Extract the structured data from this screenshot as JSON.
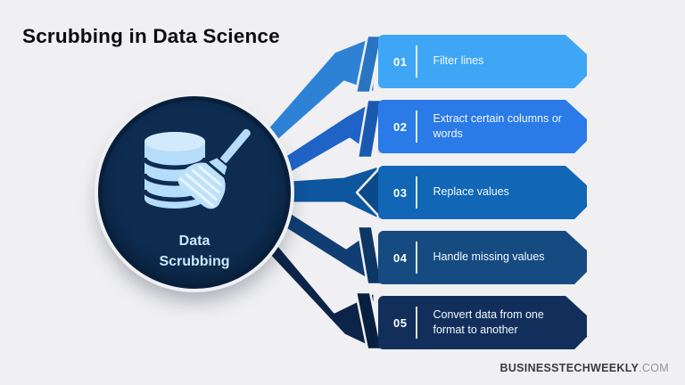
{
  "title": "Scrubbing in Data Science",
  "canvas": {
    "background": "#F0F0F2"
  },
  "hub": {
    "icon": "database-broom-icon",
    "label_line1": "Data",
    "label_line2": "Scrubbing",
    "circle_color": "#0D2C50",
    "rim_color": "#081F3C",
    "icon_color": "#B5DCF8",
    "label_color": "#CDE7FA"
  },
  "items": [
    {
      "number": "01",
      "label": "Filter lines",
      "banner_color": "#3FA6F5",
      "ribbon_color": "#2E82D6",
      "fold_color": "#2A74C4"
    },
    {
      "number": "02",
      "label": "Extract certain columns or words",
      "banner_color": "#2A7AE8",
      "ribbon_color": "#2063C6",
      "fold_color": "#1A59B0"
    },
    {
      "number": "03",
      "label": "Replace values",
      "banner_color": "#1166B6",
      "ribbon_color": "#0E569E",
      "fold_color": "#0A4A8A"
    },
    {
      "number": "04",
      "label": "Handle missing values",
      "banner_color": "#154B81",
      "ribbon_color": "#103E72",
      "fold_color": "#0C3664"
    },
    {
      "number": "05",
      "label": "Convert data from one format to another",
      "banner_color": "#122F5C",
      "ribbon_color": "#0C2448",
      "fold_color": "#08203F"
    }
  ],
  "footer": {
    "brand": "BUSINESSTECHWEEKLY",
    "domain": ".COM"
  }
}
